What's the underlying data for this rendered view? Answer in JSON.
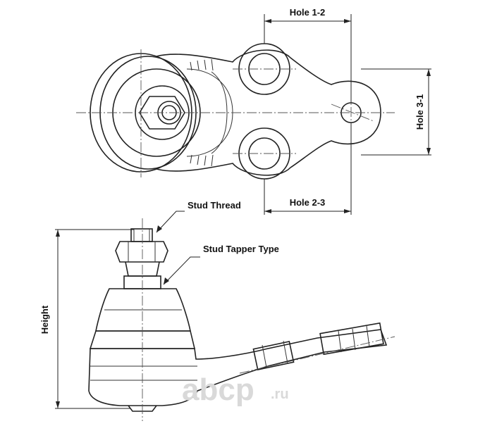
{
  "labels": {
    "hole_1_2": "Hole 1-2",
    "hole_2_3": "Hole 2-3",
    "hole_3_1": "Hole 3-1",
    "stud_thread": "Stud Thread",
    "stud_tapper_type": "Stud Tapper Type",
    "height": "Height"
  },
  "watermark": {
    "brand": "abcp",
    "suffix": ".ru",
    "color": "#d9d9d9"
  }
}
